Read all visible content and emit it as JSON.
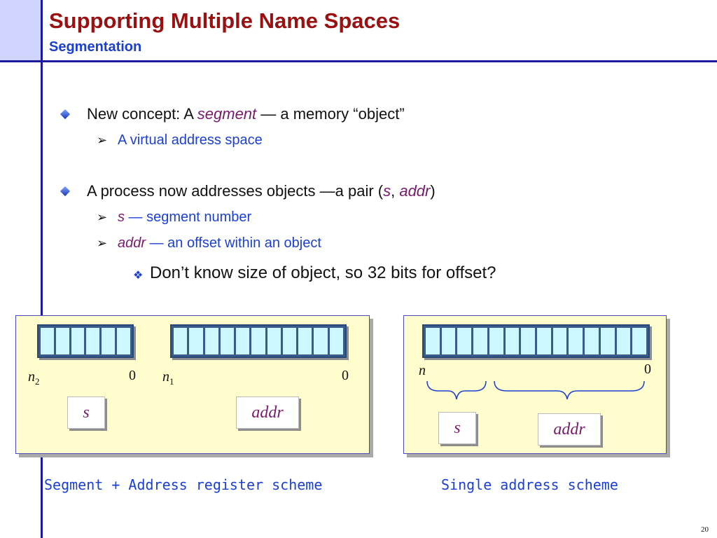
{
  "slide": {
    "title": "Supporting Multiple Name Spaces",
    "subtitle": "Segmentation",
    "page_number": "20"
  },
  "bullets": [
    {
      "prefix": "New concept: A ",
      "term": "segment",
      "suffix": " — a memory “object”",
      "subs": [
        {
          "text": "A virtual address space"
        }
      ]
    },
    {
      "prefix": "A process now addresses objects —a pair (",
      "term1": "s",
      "sep": ", ",
      "term2": "addr",
      "suffix": ")",
      "subs": [
        {
          "term": "s",
          "text": " — segment number"
        },
        {
          "term": "addr",
          "text": " — an offset within an object"
        }
      ],
      "subsub": "Don’t know size of object, so 32 bits for offset?"
    }
  ],
  "diagram_left": {
    "seg_reg_cells": 6,
    "addr_reg_cells": 11,
    "n2_label": "n",
    "n2_sub": "2",
    "zero_left": "0",
    "n1_label": "n",
    "n1_sub": "1",
    "zero_right": "0",
    "field_s": "s",
    "field_addr": "addr",
    "caption": "Segment + Address register scheme"
  },
  "diagram_right": {
    "reg_cells": 14,
    "n_label": "n",
    "zero": "0",
    "field_s": "s",
    "field_addr": "addr",
    "caption": "Single address scheme"
  },
  "colors": {
    "title": "#9b1111",
    "accent_blue": "#1b3fd6",
    "term_purple": "#7a1a6e",
    "panel_bg": "#fffccd",
    "register_cell": "#cdf7ff"
  }
}
